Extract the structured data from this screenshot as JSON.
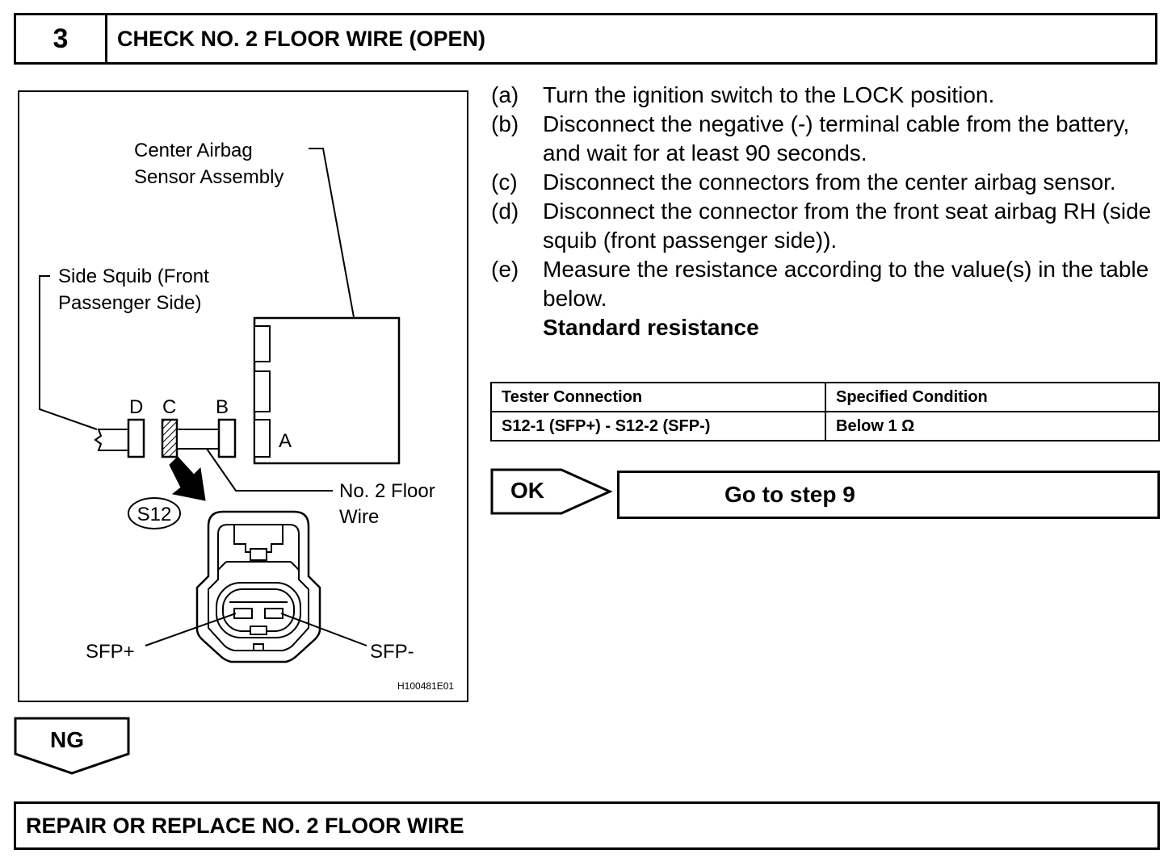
{
  "header": {
    "step_number": "3",
    "title": "CHECK NO. 2 FLOOR WIRE (OPEN)"
  },
  "diagram": {
    "labels": {
      "center_airbag": [
        "Center Airbag",
        "Sensor Assembly"
      ],
      "side_squib": [
        "Side Squib (Front",
        "Passenger Side)"
      ],
      "floor_wire": [
        "No. 2 Floor",
        "Wire"
      ],
      "connector_d": "D",
      "connector_c": "C",
      "connector_b": "B",
      "connector_a": "A",
      "connector_id": "S12",
      "sfp_plus": "SFP+",
      "sfp_minus": "SFP-",
      "figure_code": "H100481E01"
    }
  },
  "instructions": [
    {
      "letter": "(a)",
      "text": "Turn the ignition switch to the LOCK position."
    },
    {
      "letter": "(b)",
      "text": "Disconnect the negative (-) terminal cable from the battery, and wait for at least 90 seconds."
    },
    {
      "letter": "(c)",
      "text": "Disconnect the connectors from the center airbag sensor."
    },
    {
      "letter": "(d)",
      "text": "Disconnect the connector from the front seat airbag RH (side squib (front passenger side))."
    },
    {
      "letter": "(e)",
      "text": "Measure the resistance according to the value(s) in the table below."
    }
  ],
  "standard_resistance_label": "Standard resistance",
  "table": {
    "headers": [
      "Tester Connection",
      "Specified Condition"
    ],
    "rows": [
      [
        "S12-1 (SFP+) - S12-2 (SFP-)",
        "Below 1 Ω"
      ]
    ]
  },
  "ok": {
    "label": "OK",
    "action": "Go to step 9"
  },
  "ng": {
    "label": "NG",
    "action": "REPAIR OR REPLACE NO. 2 FLOOR WIRE"
  }
}
